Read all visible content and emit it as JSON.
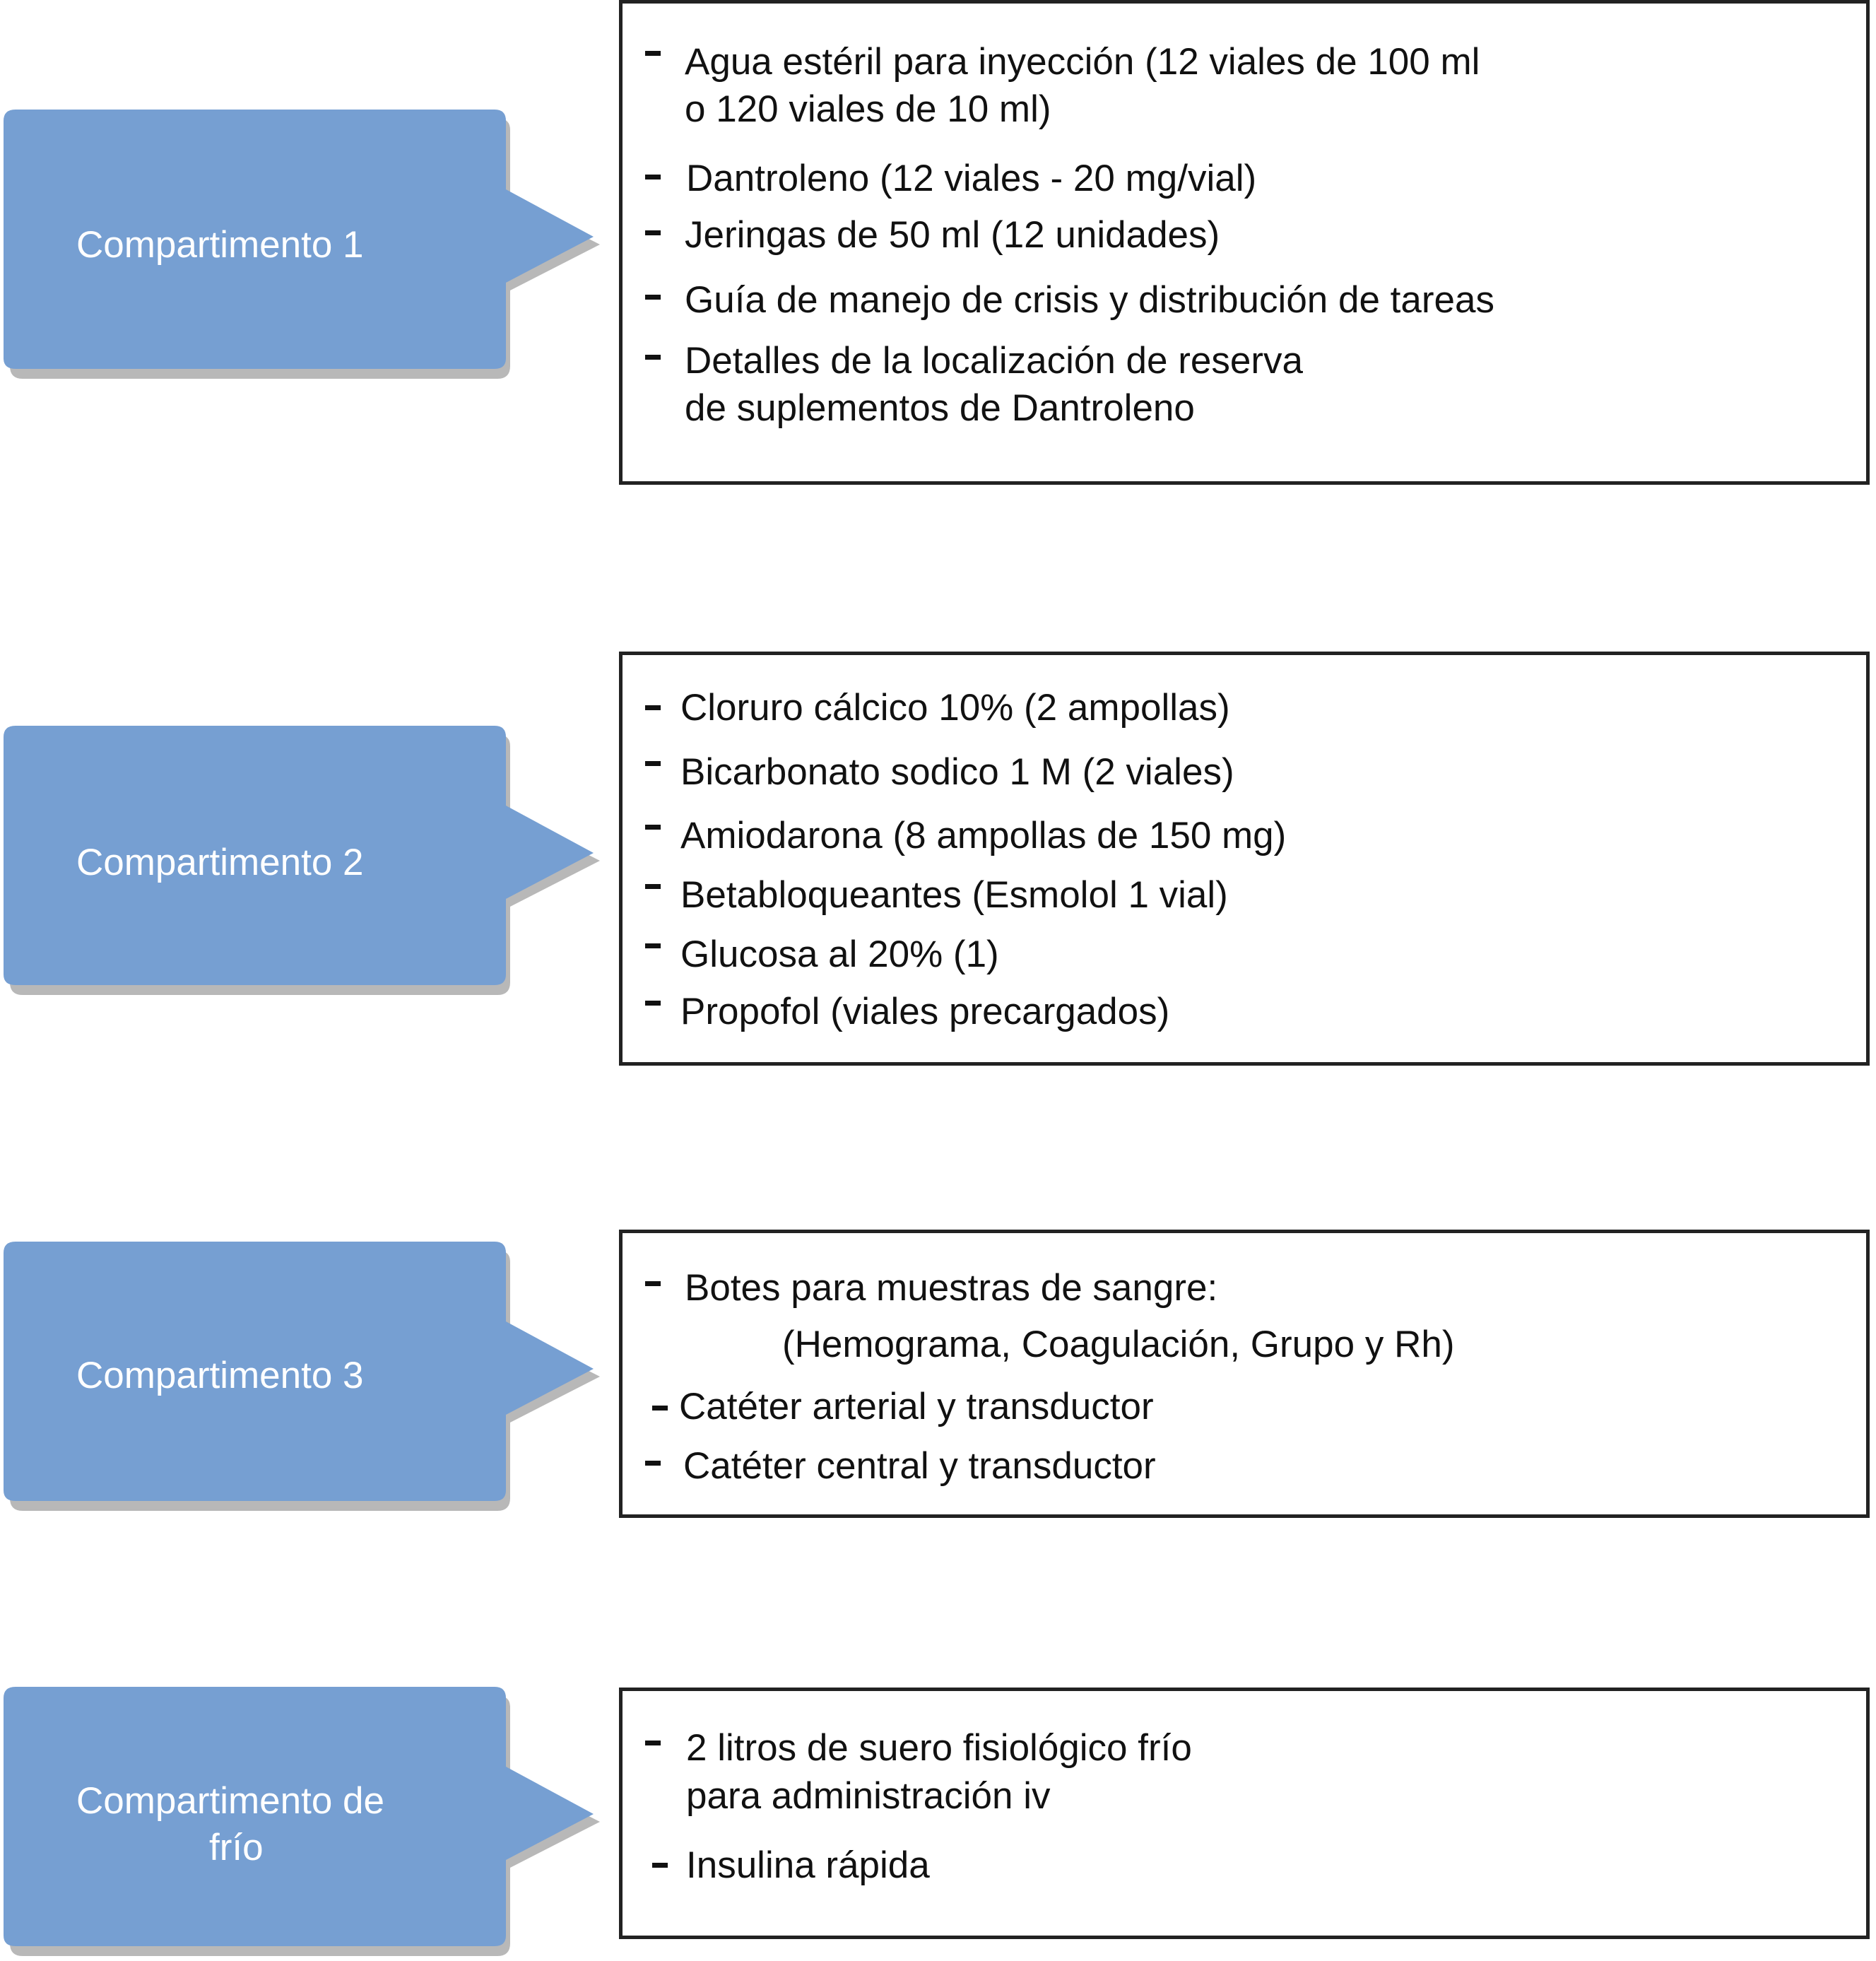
{
  "colors": {
    "callout_fill": "#769fd2",
    "callout_shadow": "#b8b8b8",
    "box_border": "#222222"
  },
  "compartments": [
    {
      "label": "Compartimento 1",
      "items": [
        {
          "lines": [
            "Agua estéril para inyección (12 viales de 100 ml",
            "o 120 viales de 10 ml)"
          ]
        },
        {
          "lines": [
            "Dantroleno (12 viales - 20 mg/vial)"
          ]
        },
        {
          "lines": [
            "Jeringas de 50 ml (12 unidades)"
          ]
        },
        {
          "lines": [
            "Guía de manejo de crisis y distribución de tareas"
          ]
        },
        {
          "lines": [
            "Detalles de la localización de reserva",
            "de suplementos de Dantroleno"
          ]
        }
      ]
    },
    {
      "label": "Compartimento 2",
      "items": [
        {
          "lines": [
            "Cloruro cálcico 10% (2 ampollas)"
          ]
        },
        {
          "lines": [
            "Bicarbonato sodico 1 M (2 viales)"
          ]
        },
        {
          "lines": [
            "Amiodarona (8 ampollas de 150 mg)"
          ]
        },
        {
          "lines": [
            "Betabloqueantes (Esmolol 1 vial)"
          ]
        },
        {
          "lines": [
            "Glucosa al 20% (1)"
          ]
        },
        {
          "lines": [
            "Propofol (viales precargados)"
          ]
        }
      ]
    },
    {
      "label": "Compartimento 3",
      "items": [
        {
          "lines": [
            "Botes para muestras de sangre:",
            "(Hemograma, Coagulación, Grupo y Rh)"
          ]
        },
        {
          "lines": [
            "Catéter arterial y transductor"
          ]
        },
        {
          "lines": [
            "Catéter central y transductor"
          ]
        }
      ]
    },
    {
      "label_lines": [
        "Compartimento de",
        "frío"
      ],
      "items": [
        {
          "lines": [
            "2 litros de suero fisiológico frío",
            "para administración iv"
          ]
        },
        {
          "lines": [
            "Insulina rápida"
          ]
        }
      ]
    }
  ]
}
